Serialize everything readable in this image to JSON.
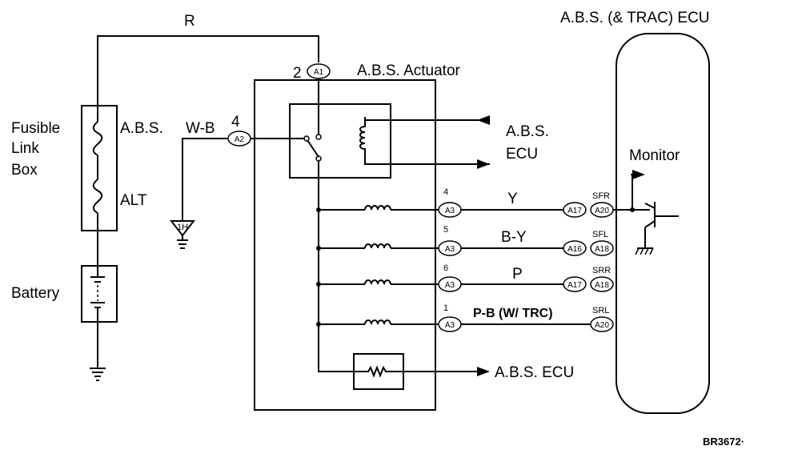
{
  "wire_labels": {
    "top": "R",
    "wb": "W-B",
    "y": "Y",
    "by": "B-Y",
    "p": "P",
    "pb": "P-B (W/ TRC)"
  },
  "components": {
    "fusible_link_box": [
      "Fusible",
      "Link",
      "Box"
    ],
    "fuse_abs": "A.B.S.",
    "fuse_alt": "ALT",
    "battery": "Battery",
    "ground_1h": "1H",
    "actuator": "A.B.S. Actuator",
    "ecu_right": "A.B.S. (& TRAC) ECU",
    "monitor": "Monitor",
    "relay_out": [
      "A.B.S.",
      "ECU"
    ],
    "resistor_out": "A.B.S. ECU",
    "figure_code": "BR3672·"
  },
  "pins": {
    "a1": "2",
    "a2": "4",
    "p1": "4",
    "p2": "5",
    "p3": "6",
    "p4": "1"
  },
  "connectors": {
    "a1": "A1",
    "a2": "A2",
    "c1": "A3",
    "c2": "A3",
    "c3": "A3",
    "c4": "A3",
    "r1a": "A17",
    "r1b": "A20",
    "r2a": "A16",
    "r2b": "A18",
    "r3a": "A17",
    "r3b": "A18",
    "r4b": "A20"
  },
  "ecu_terminals": {
    "t1": "SFR",
    "t2": "SFL",
    "t3": "SRR",
    "t4": "SRL"
  }
}
